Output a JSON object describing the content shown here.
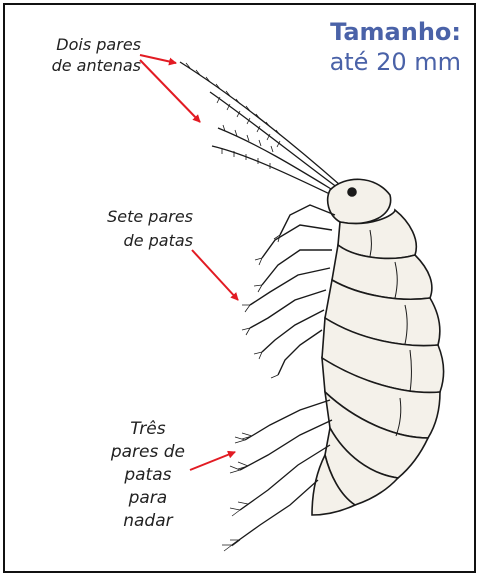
{
  "size": {
    "title": "Tamanho:",
    "value": "até 20 mm"
  },
  "labels": {
    "antenas": [
      "Dois pares",
      "de antenas"
    ],
    "patas": [
      "Sete pares",
      "de patas"
    ],
    "nadar": [
      "Três",
      "pares de",
      "patas",
      "para",
      "nadar"
    ]
  },
  "colors": {
    "accent": "#4a62a8",
    "arrow": "#e21b23",
    "ink": "#1a1a1a"
  },
  "icons": {
    "subject": "amphipod-illustration"
  }
}
